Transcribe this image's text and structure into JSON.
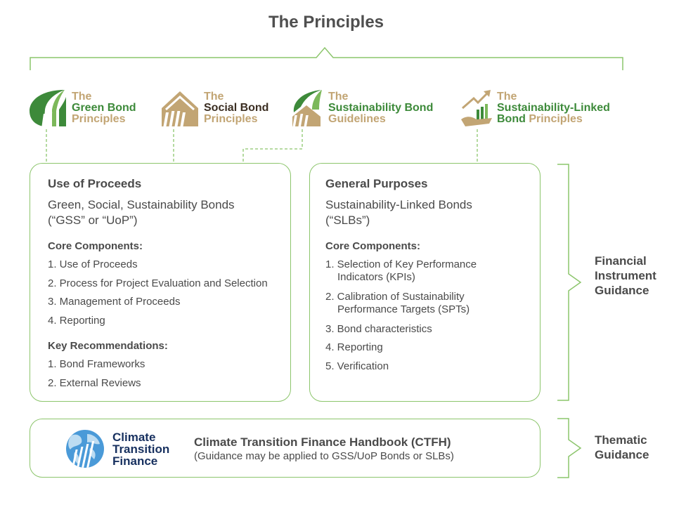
{
  "title": "The Principles",
  "logos": [
    {
      "line1": "The",
      "line2": "Green Bond",
      "line3": "Principles"
    },
    {
      "line1": "The",
      "line2": "Social Bond",
      "line3": "Principles"
    },
    {
      "line1": "The",
      "line2": "Sustainability Bond",
      "line3": "Guidelines"
    },
    {
      "line1": "The",
      "line2": "Sustainability-Linked",
      "line3a": "Bond",
      "line3b": "Principles"
    }
  ],
  "uop": {
    "heading": "Use of Proceeds",
    "subtitle_line1": "Green, Social, Sustainability Bonds",
    "subtitle_line2": "(“GSS” or “UoP”)",
    "core_heading": "Core Components:",
    "core_items": [
      "1. Use of Proceeds",
      "2. Process for Project Evaluation and Selection",
      "3. Management of Proceeds",
      "4. Reporting"
    ],
    "rec_heading": "Key Recommendations:",
    "rec_items": [
      "1. Bond Frameworks",
      "2. External Reviews"
    ]
  },
  "gp": {
    "heading": "General Purposes",
    "subtitle_line1": "Sustainability-Linked Bonds",
    "subtitle_line2": "(“SLBs”)",
    "core_heading": "Core Components:",
    "core_items": [
      {
        "l1": "1. Selection of Key Performance",
        "l2": "Indicators (KPIs)"
      },
      {
        "l1": "2. Calibration of Sustainability",
        "l2": "Performance Targets (SPTs)"
      },
      {
        "l1": "3. Bond characteristics",
        "l2": ""
      },
      {
        "l1": "4. Reporting",
        "l2": ""
      },
      {
        "l1": "5. Verification",
        "l2": ""
      }
    ]
  },
  "side_labels": {
    "financial": [
      "Financial",
      "Instrument",
      "Guidance"
    ],
    "thematic": [
      "Thematic",
      "Guidance"
    ]
  },
  "ctfh": {
    "logo_lines": [
      "Climate",
      "Transition",
      "Finance"
    ],
    "title": "Climate Transition Finance Handbook (CTFH)",
    "subtitle": "(Guidance may be applied to GSS/UoP Bonds or SLBs)"
  },
  "colors": {
    "green": "#3d8a3a",
    "tan": "#c2a574",
    "dark_brown": "#3b2e22",
    "line_green": "#8cc56c",
    "navy": "#17305f"
  }
}
